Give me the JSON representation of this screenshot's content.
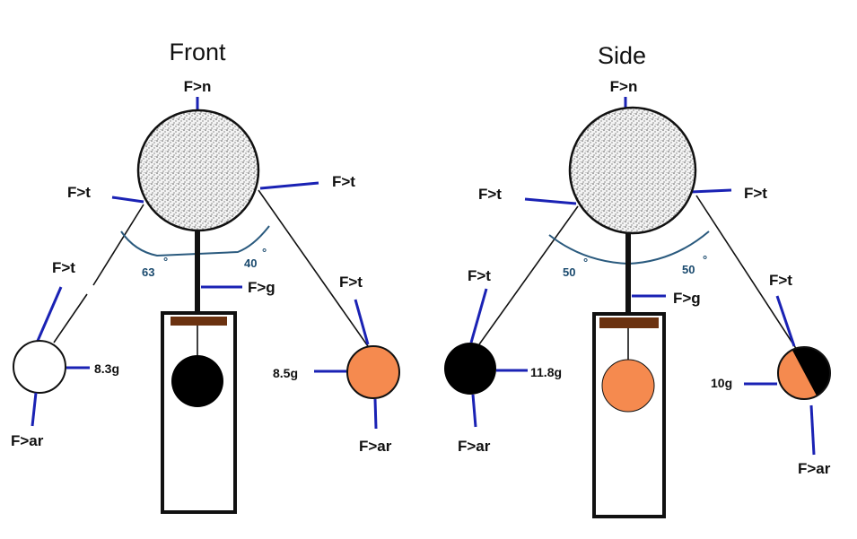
{
  "front": {
    "title": "Front",
    "normal_force": "F>n",
    "tension_left": "F>t",
    "tension_right": "F>t",
    "tension_left_ball": "F>t",
    "tension_right_ball": "F>t",
    "gravity_force": "F>g",
    "angle_left": "63",
    "angle_right": "40",
    "left_ball": {
      "mass": "8.3g",
      "force": "F>ar",
      "color": "#ffffff"
    },
    "right_ball": {
      "mass": "8.5g",
      "force": "F>ar",
      "color": "#f58a4f"
    },
    "center_ball_color": "#000000"
  },
  "side": {
    "title": "Side",
    "normal_force": "F>n",
    "tension_left": "F>t",
    "tension_right": "F>t",
    "tension_left_ball": "F>t",
    "tension_right_ball": "F>t",
    "gravity_force": "F>g",
    "angle_left": "50",
    "angle_right": "50",
    "left_ball": {
      "mass": "11.8g",
      "force": "F>ar",
      "color": "#000000"
    },
    "right_ball": {
      "mass": "10g",
      "force": "F>ar",
      "color": "#f58a4f",
      "half_color": "#000000"
    },
    "center_ball_color": "#f58a4f"
  },
  "colors": {
    "vector": "#1a22b4",
    "arc": "#2a5a7e",
    "lid": "#6b3210",
    "ball_orange": "#f58a4f"
  },
  "icons": [
    "stippled-sphere-icon",
    "degree-mark-icon"
  ]
}
